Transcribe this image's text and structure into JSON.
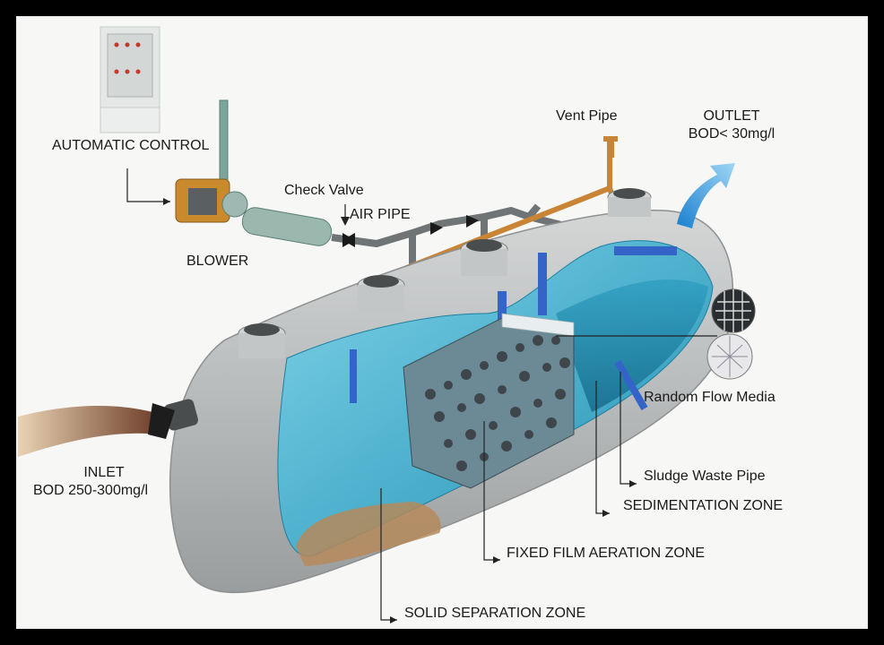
{
  "labels": {
    "automatic_control": "AUTOMATIC CONTROL",
    "blower": "BLOWER",
    "check_valve": "Check Valve",
    "air_pipe": "AIR PIPE",
    "vent_pipe": "Vent Pipe",
    "outlet_title": "OUTLET",
    "outlet_bod": "BOD< 30mg/l",
    "inlet_title": "INLET",
    "inlet_bod": "BOD 250-300mg/l",
    "random_flow_media": "Random Flow Media",
    "sludge_waste_pipe": "Sludge Waste Pipe",
    "sedimentation_zone": "SEDIMENTATION ZONE",
    "fixed_film_aeration_zone": "FIXED FILM AERATION ZONE",
    "solid_separation_zone": "SOLID SEPARATION ZONE"
  },
  "colors": {
    "tank_shell": "#b9bcbd",
    "water": "#3fb6d4",
    "pipe_orange": "#c98436",
    "air_pipe": "#6f7476",
    "blower": "#c98a2e",
    "outlet_arrow": "#3aa3e0"
  }
}
